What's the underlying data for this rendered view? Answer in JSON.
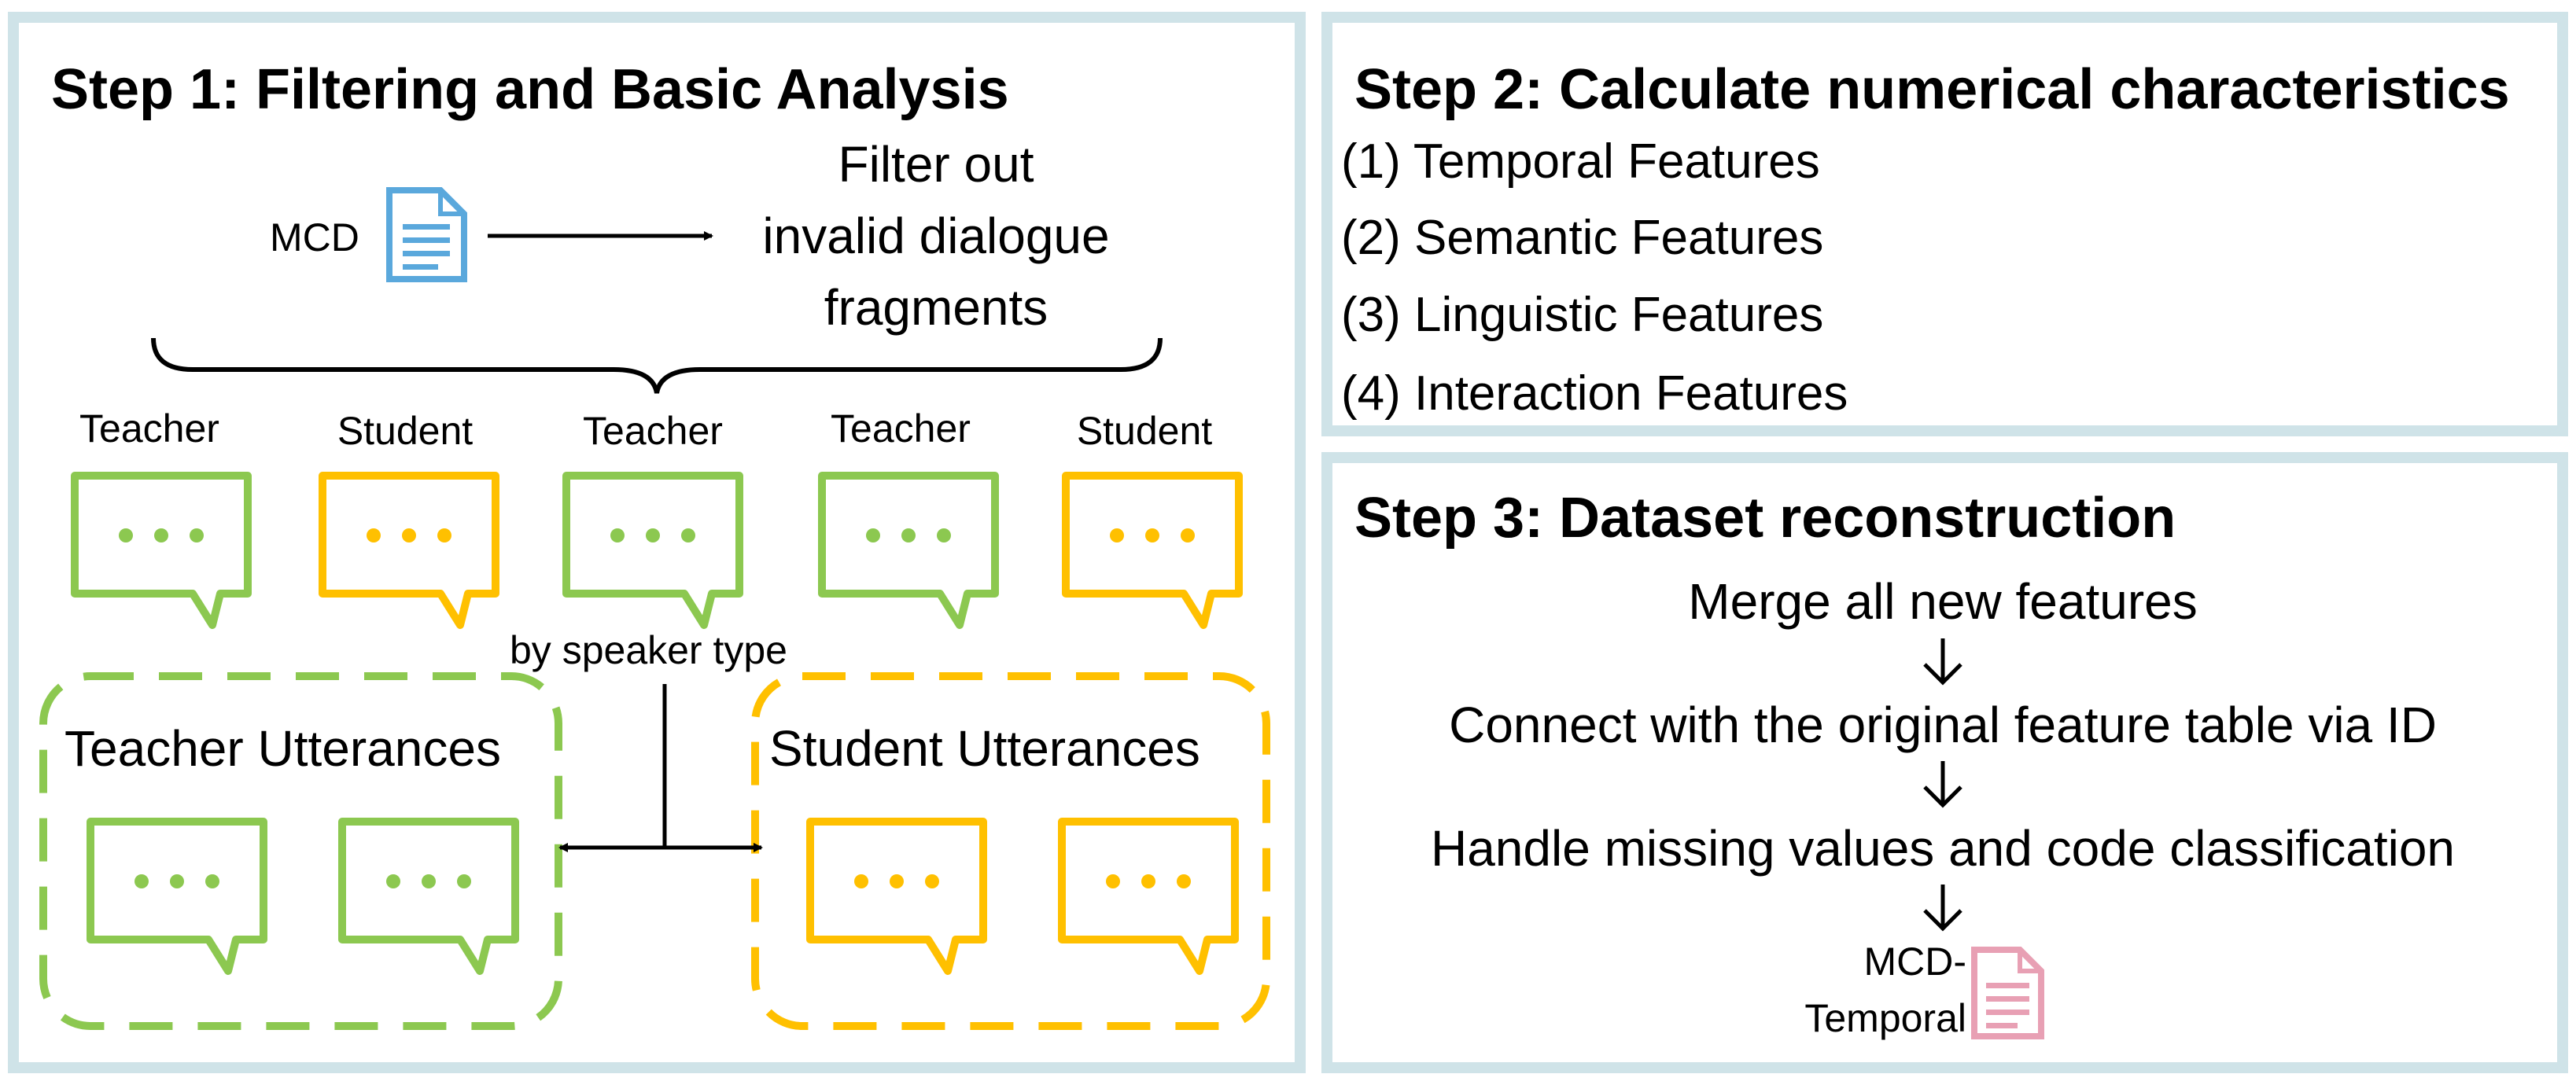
{
  "step1": {
    "title": "Step 1: Filtering and Basic Analysis",
    "mcd_label": "MCD",
    "filter_text": [
      "Filter out",
      "invalid dialogue",
      "fragments"
    ],
    "speakers": [
      "Teacher",
      "Student",
      "Teacher",
      "Teacher",
      "Student"
    ],
    "split_label": "by speaker type",
    "teacher_group": "Teacher Utterances",
    "student_group": "Student Utterances"
  },
  "step2": {
    "title": "Step 2: Calculate numerical characteristics",
    "features": [
      "(1) Temporal Features",
      "(2) Semantic Features",
      "(3) Linguistic Features",
      "(4) Interaction Features"
    ]
  },
  "step3": {
    "title": "Step 3: Dataset reconstruction",
    "flow": [
      "Merge all new features",
      "Connect with the original feature table via ID",
      "Handle missing values and code classification"
    ],
    "output_label": [
      "MCD-",
      "Temporal"
    ]
  },
  "colors": {
    "panel_border": "#cfe3e8",
    "teacher": "#8cc850",
    "student": "#ffc000",
    "doc_blue": "#5aa8dc",
    "doc_pink": "#e8a0b4"
  }
}
